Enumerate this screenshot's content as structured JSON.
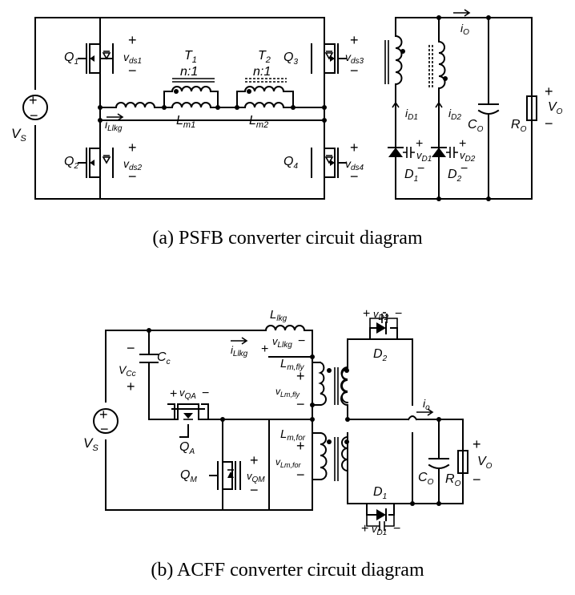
{
  "diagram_a": {
    "caption": "(a)  PSFB  converter  circuit  diagram",
    "labels": {
      "vs": "V",
      "vs_sub": "S",
      "q1": "Q",
      "q1_sub": "1",
      "vds1": "v",
      "vds1_sub": "ds1",
      "q2": "Q",
      "q2_sub": "2",
      "vds2": "v",
      "vds2_sub": "ds2",
      "q3": "Q",
      "q3_sub": "3",
      "vds3": "v",
      "vds3_sub": "ds3",
      "q4": "Q",
      "q4_sub": "4",
      "vds4": "v",
      "vds4_sub": "ds4",
      "t1": "T",
      "t1_sub": "1",
      "t1_ratio": "n:1",
      "t2": "T",
      "t2_sub": "2",
      "t2_ratio": "n:1",
      "lm1": "L",
      "lm1_sub": "m1",
      "lm2": "L",
      "lm2_sub": "m2",
      "ilkg": "i",
      "ilkg_sub": "Llkg",
      "io": "i",
      "io_sub": "O",
      "id1": "i",
      "id1_sub": "D1",
      "id2": "i",
      "id2_sub": "D2",
      "vd1": "v",
      "vd1_sub": "D1",
      "vd2": "v",
      "vd2_sub": "D2",
      "d1": "D",
      "d1_sub": "1",
      "d2": "D",
      "d2_sub": "2",
      "co": "C",
      "co_sub": "O",
      "ro": "R",
      "ro_sub": "O",
      "vo": "V",
      "vo_sub": "O",
      "plus": "+",
      "minus": "−"
    }
  },
  "diagram_b": {
    "caption": "(b)  ACFF  converter  circuit  diagram",
    "labels": {
      "vs": "V",
      "vs_sub": "S",
      "llkg": "L",
      "llkg_sub": "lkg",
      "ilkg": "i",
      "ilkg_sub": "Llkg",
      "vllkg": "v",
      "vllkg_sub": "Llkg",
      "cc": "C",
      "cc_sub": "c",
      "vcc": "V",
      "vcc_sub": "Cc",
      "voa": "v",
      "voa_sub": "QA",
      "qa": "Q",
      "qa_sub": "A",
      "qm": "Q",
      "qm_sub": "M",
      "vqm": "v",
      "vqm_sub": "QM",
      "lmfly": "L",
      "lmfly_sub": "m,fly",
      "vlmfly": "v",
      "vlmfly_sub": "Lm,fly",
      "lmfor": "L",
      "lmfor_sub": "m,for",
      "vlmfor": "v",
      "vlmfor_sub": "Lm,for",
      "d1": "D",
      "d1_sub": "1",
      "d2": "D",
      "d2_sub": "2",
      "vd1": "v",
      "vd1_sub": "D1",
      "vd2": "v",
      "vd2_sub": "D2",
      "io": "i",
      "io_sub": "o",
      "co": "C",
      "co_sub": "O",
      "ro": "R",
      "ro_sub": "O",
      "vo": "V",
      "vo_sub": "O",
      "plus": "+",
      "minus": "−"
    }
  }
}
